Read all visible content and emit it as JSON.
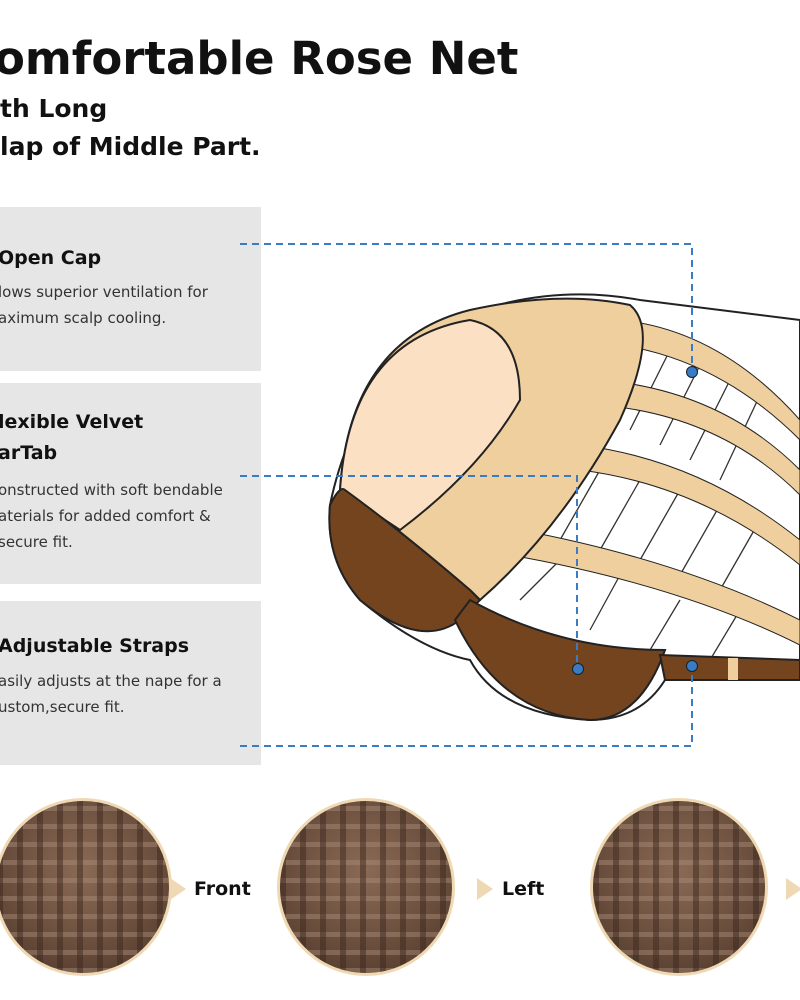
{
  "title": {
    "line1": "omfortable Rose Net",
    "line2": "th Long",
    "line3": "lap of Middle Part."
  },
  "features": [
    {
      "heading": [
        "Open Cap"
      ],
      "text": [
        "lows superior ventilation for",
        "aximum scalp cooling."
      ]
    },
    {
      "heading": [
        "lexible Velvet",
        "arTab"
      ],
      "text": [
        "onstructed with soft bendable",
        "aterials for added comfort &",
        "secure fit."
      ]
    },
    {
      "heading": [
        "Adjustable Straps"
      ],
      "text": [
        "asily adjusts at the nape for a",
        "ustom,secure fit."
      ]
    }
  ],
  "views": [
    {
      "label": "Front"
    },
    {
      "label": "Left"
    },
    {
      "label": ""
    }
  ],
  "colors": {
    "callout_line": "#3a7cc4",
    "panel": "#e6e6e6",
    "cap_brown": "#74441f",
    "cap_beige": "#efcf9e"
  }
}
